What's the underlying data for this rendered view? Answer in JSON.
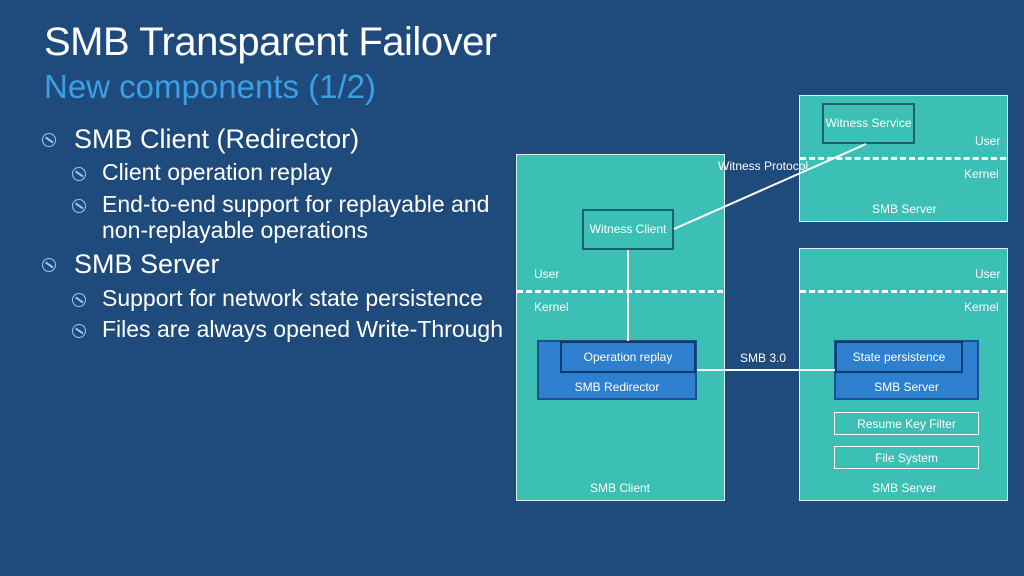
{
  "slide": {
    "title": "SMB Transparent Failover",
    "subtitle": "New components (1/2)"
  },
  "bullets": {
    "client": {
      "heading": "SMB Client (Redirector)",
      "items": [
        "Client operation replay",
        "End-to-end support for replayable and non-replayable operations"
      ]
    },
    "server": {
      "heading": "SMB Server",
      "items": [
        "Support for network state persistence",
        "Files are always opened Write-Through"
      ]
    }
  },
  "diagram": {
    "witness_server": {
      "box": "Witness Service",
      "user": "User",
      "kernel": "Kernel",
      "caption": "SMB Server"
    },
    "client": {
      "witness_client": "Witness Client",
      "user": "User",
      "kernel": "Kernel",
      "operation_replay": "Operation replay",
      "redirector": "SMB Redirector",
      "caption": "SMB Client"
    },
    "server": {
      "user": "User",
      "kernel": "Kernel",
      "state_persistence": "State persistence",
      "smb_server": "SMB Server",
      "resume_key_filter": "Resume Key Filter",
      "file_system": "File System",
      "caption": "SMB Server"
    },
    "links": {
      "witness_protocol": "Witness Protocol",
      "smb3": "SMB 3.0"
    },
    "colors": {
      "background": "#1f4a7c",
      "accent": "#3aa0e6",
      "panel": "#3cbfb4",
      "component": "#2f7fcf"
    }
  }
}
